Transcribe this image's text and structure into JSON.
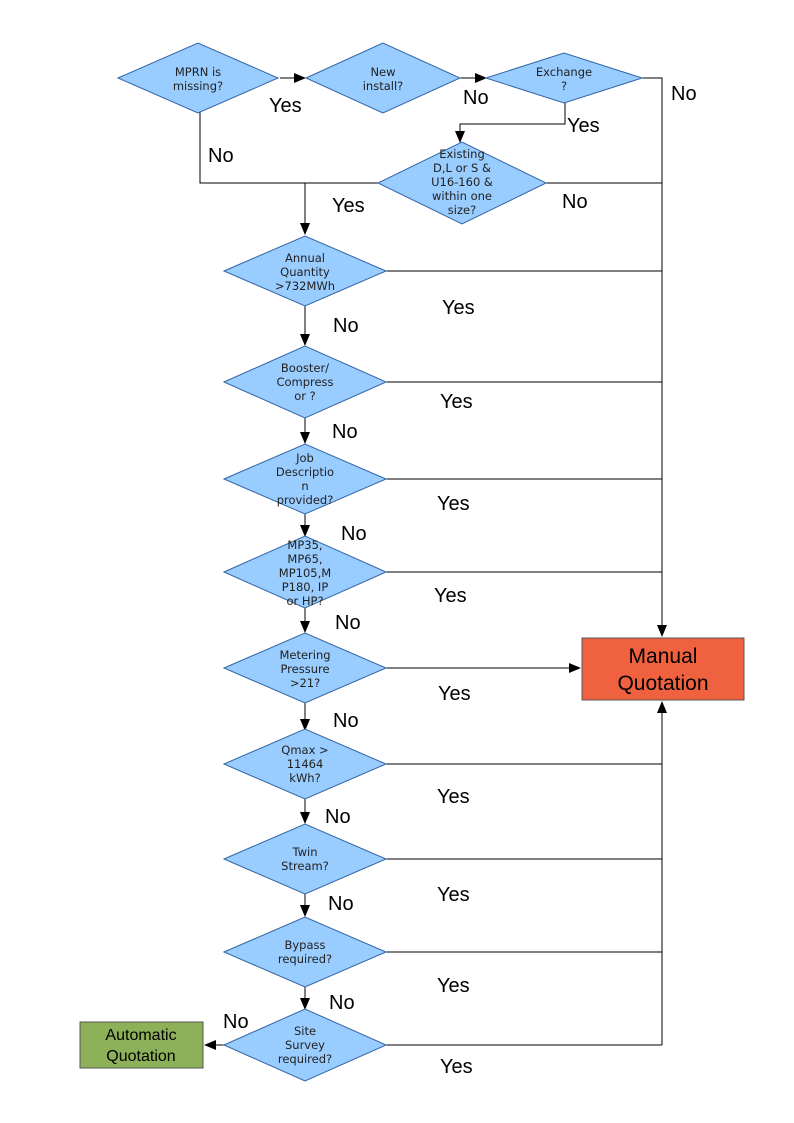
{
  "decisions": [
    {
      "id": "mprn",
      "lines": [
        "MPRN is",
        "missing?"
      ]
    },
    {
      "id": "new-install",
      "lines": [
        "New",
        "install?"
      ]
    },
    {
      "id": "exchange",
      "lines": [
        "Exchange",
        "?"
      ]
    },
    {
      "id": "existing",
      "lines": [
        "Existing",
        "D,L or S &",
        "U16-160 &",
        "within one",
        "size?"
      ]
    },
    {
      "id": "annual-quantity",
      "lines": [
        "Annual",
        "Quantity",
        ">732MWh"
      ]
    },
    {
      "id": "booster",
      "lines": [
        "Booster/",
        "Compress",
        "or ?"
      ]
    },
    {
      "id": "job-description",
      "lines": [
        "Job",
        "Descriptio",
        "n",
        "provided?"
      ]
    },
    {
      "id": "mp",
      "lines": [
        "MP35,",
        "MP65,",
        "MP105,M",
        "P180, IP",
        "or HP?"
      ]
    },
    {
      "id": "metering-pressure",
      "lines": [
        "Metering",
        "Pressure",
        ">21?"
      ]
    },
    {
      "id": "qmax",
      "lines": [
        "Qmax >",
        "11464",
        "kWh?"
      ]
    },
    {
      "id": "twin-stream",
      "lines": [
        "Twin",
        "Stream?"
      ]
    },
    {
      "id": "bypass",
      "lines": [
        "Bypass",
        "required?"
      ]
    },
    {
      "id": "site-survey",
      "lines": [
        "Site",
        "Survey",
        "required?"
      ]
    }
  ],
  "edge_labels": [
    {
      "id": "mprn-yes",
      "text": "Yes"
    },
    {
      "id": "mprn-no",
      "text": "No"
    },
    {
      "id": "new-install-no",
      "text": "No"
    },
    {
      "id": "exchange-yes",
      "text": "Yes"
    },
    {
      "id": "exchange-no",
      "text": "No"
    },
    {
      "id": "existing-yes",
      "text": "Yes"
    },
    {
      "id": "existing-no",
      "text": "No"
    },
    {
      "id": "annual-yes",
      "text": "Yes"
    },
    {
      "id": "annual-no",
      "text": "No"
    },
    {
      "id": "booster-yes",
      "text": "Yes"
    },
    {
      "id": "booster-no",
      "text": "No"
    },
    {
      "id": "job-yes",
      "text": "Yes"
    },
    {
      "id": "job-no",
      "text": "No"
    },
    {
      "id": "mp-yes",
      "text": "Yes"
    },
    {
      "id": "mp-no",
      "text": "No"
    },
    {
      "id": "metering-yes",
      "text": "Yes"
    },
    {
      "id": "metering-no",
      "text": "No"
    },
    {
      "id": "qmax-yes",
      "text": "Yes"
    },
    {
      "id": "qmax-no",
      "text": "No"
    },
    {
      "id": "twin-yes",
      "text": "Yes"
    },
    {
      "id": "twin-no",
      "text": "No"
    },
    {
      "id": "bypass-yes",
      "text": "Yes"
    },
    {
      "id": "bypass-no",
      "text": "No"
    },
    {
      "id": "site-yes",
      "text": "Yes"
    },
    {
      "id": "site-no",
      "text": "No"
    }
  ],
  "outcomes": {
    "manual": {
      "lines": [
        "Manual",
        "Quotation"
      ],
      "color": "#f0623f"
    },
    "automatic": {
      "lines": [
        "Automatic",
        "Quotation"
      ],
      "color": "#8db158"
    }
  },
  "colors": {
    "decision_fill": "#99ccff",
    "decision_stroke": "#3465a4",
    "line": "#000000"
  }
}
